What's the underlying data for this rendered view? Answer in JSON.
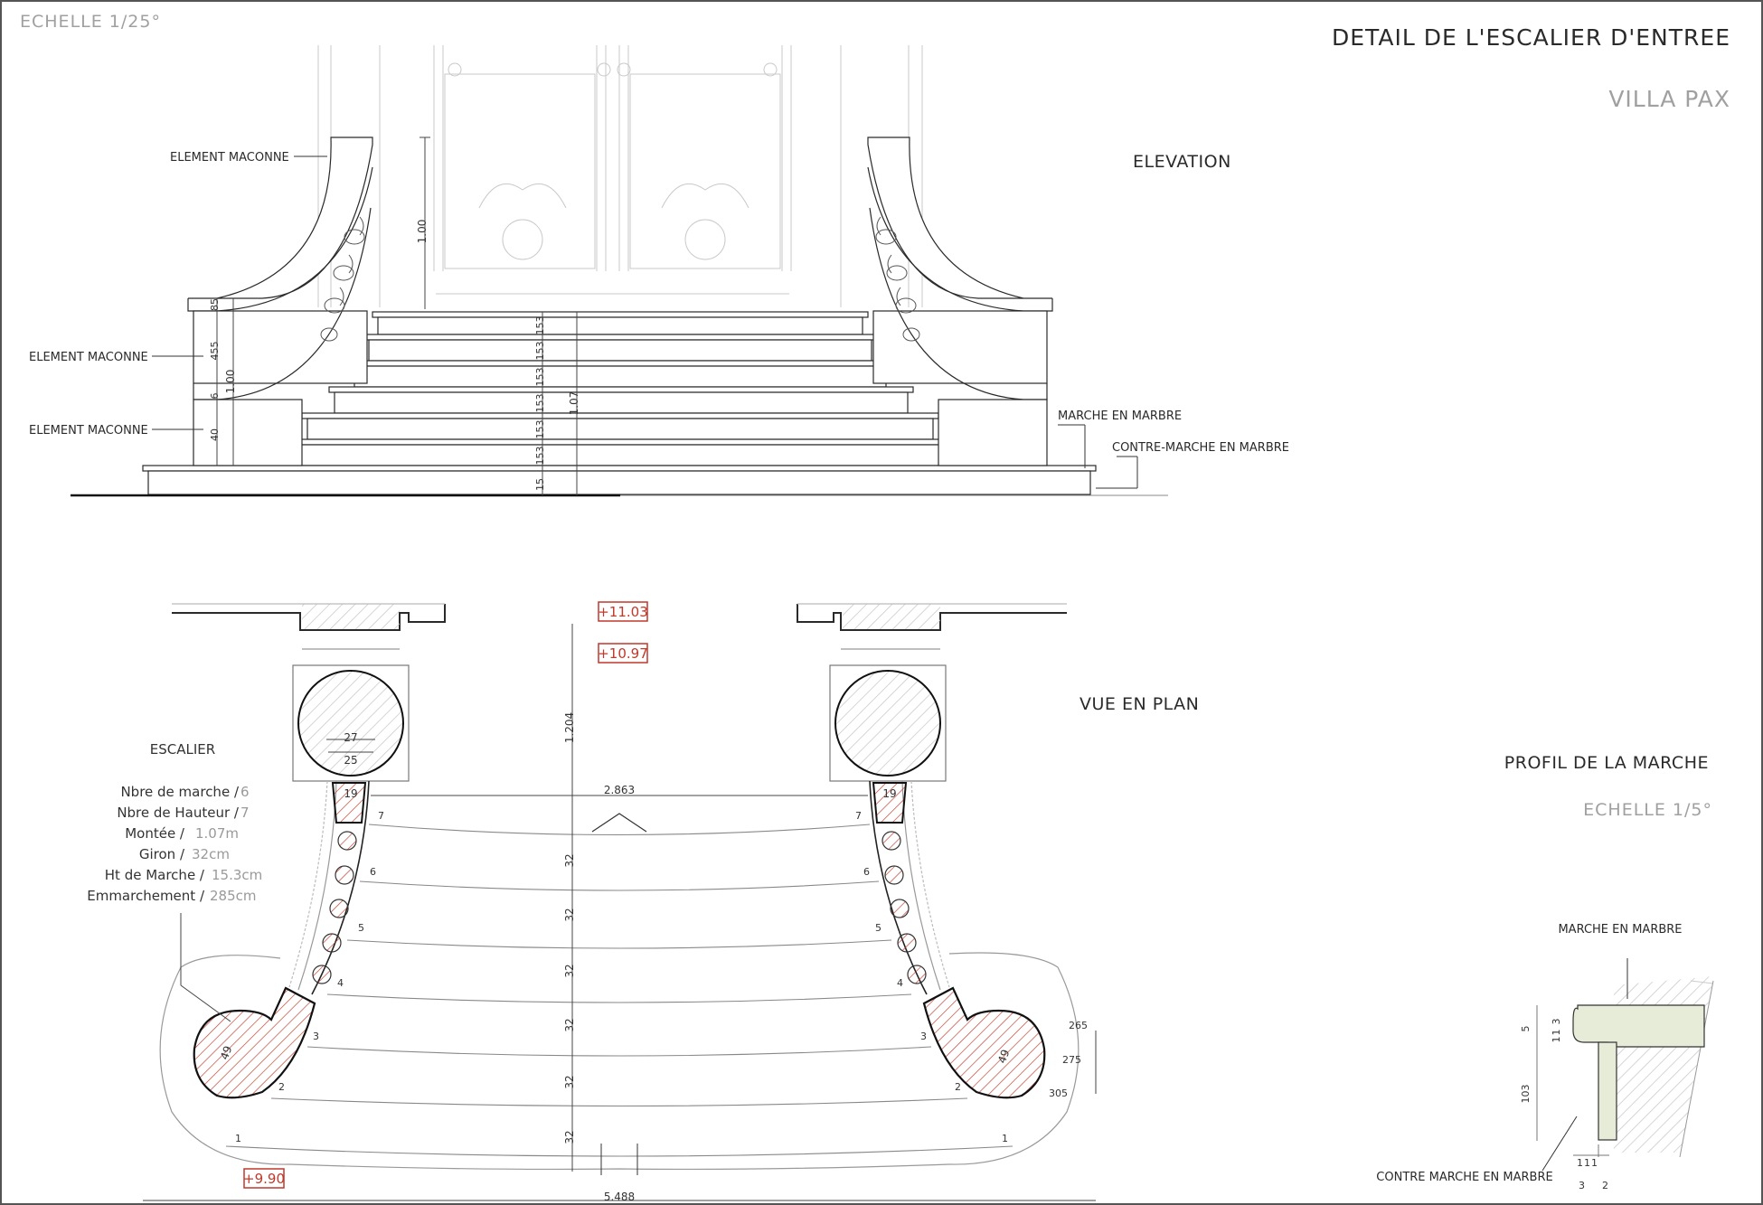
{
  "header": {
    "scale_main": "ECHELLE  1/25°",
    "title": "DETAIL  DE  L'ESCALIER  D'ENTREE",
    "subtitle": "VILLA  PAX"
  },
  "sections": {
    "elevation": "ELEVATION",
    "plan": "VUE EN PLAN",
    "profile": "PROFIL DE LA MARCHE",
    "profile_scale": "ECHELLE  1/5°"
  },
  "elevation_labels": {
    "masonry_top": "ELEMENT MACONNE",
    "masonry_mid": "ELEMENT MACONNE",
    "masonry_low": "ELEMENT MACONNE",
    "tread": "MARCHE EN MARBRE",
    "riser": "CONTRE-MARCHE EN MARBRE"
  },
  "elevation_dims": {
    "door_height": "1.00",
    "parapet_height": "1.00",
    "total_rise": "1.07",
    "cap": "85",
    "mid": "455",
    "gap": "6",
    "base": "40",
    "steps": [
      "15",
      "153",
      "153",
      "153",
      "153",
      "153",
      "153"
    ]
  },
  "stair_specs": {
    "heading": "ESCALIER",
    "rows": [
      {
        "label": "Nbre de marche /",
        "value": "6"
      },
      {
        "label": "Nbre de Hauteur /",
        "value": "7"
      },
      {
        "label": "Montée /",
        "value": "1.07m"
      },
      {
        "label": "Giron /",
        "value": "32cm"
      },
      {
        "label": "Ht de Marche /",
        "value": "15.3cm"
      },
      {
        "label": "Emmarchement /",
        "value": "285cm"
      }
    ]
  },
  "plan": {
    "levels": {
      "top": "+11.03",
      "landing": "+10.97",
      "bottom": "+9.90"
    },
    "landing_depth": "1.204",
    "landing_width": "2.863",
    "total_width": "5.488",
    "going": [
      "32",
      "32",
      "32",
      "32",
      "32",
      "32"
    ],
    "column_outer": "27",
    "column_inner": "25",
    "post_width": "19",
    "newel_diameter": "49",
    "curve_dims": [
      "265",
      "275",
      "305"
    ],
    "step_numbers": [
      "1",
      "2",
      "3",
      "4",
      "5",
      "6",
      "7"
    ]
  },
  "profile": {
    "tread_label": "MARCHE EN MARBRE",
    "riser_label": "CONTRE MARCHE EN MARBRE",
    "dims_vertical": [
      "5",
      "1",
      "1",
      "3",
      "103"
    ],
    "dims_horizontal": [
      "1",
      "1",
      "1",
      "3",
      "2"
    ]
  },
  "colors": {
    "line": "#2a2a2a",
    "hatch_red": "#c0392b",
    "soft_grey": "#bdbdbd",
    "marble": "#e6ecd8"
  }
}
